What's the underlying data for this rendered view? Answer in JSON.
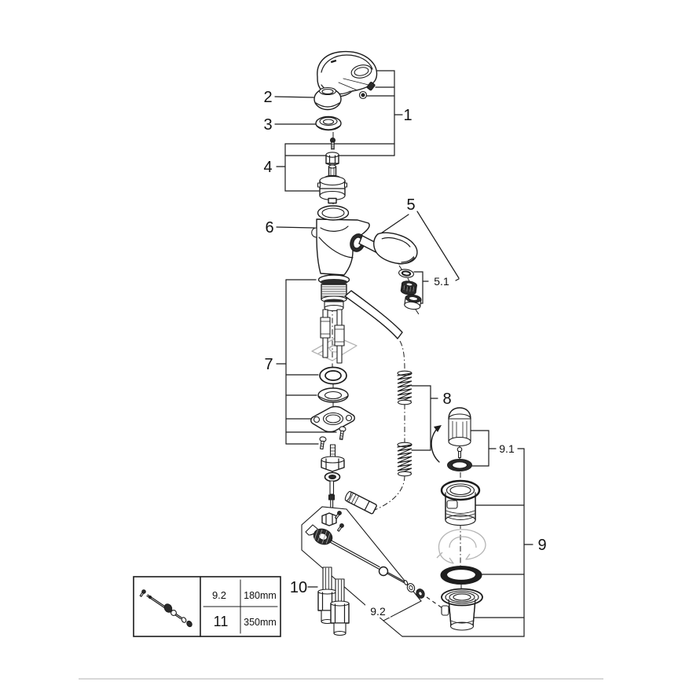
{
  "diagram": {
    "callouts": {
      "n1": "1",
      "n2": "2",
      "n3": "3",
      "n4": "4",
      "n5": "5",
      "n5_1": "5.1",
      "n6": "6",
      "n7": "7",
      "n8": "8",
      "n9": "9",
      "n9_1": "9.1",
      "n9_2": "9.2",
      "n10": "10"
    },
    "size_table": {
      "rows": [
        {
          "ref": "9.2",
          "length": "180mm"
        },
        {
          "ref": "11",
          "length": "350mm"
        }
      ]
    }
  }
}
